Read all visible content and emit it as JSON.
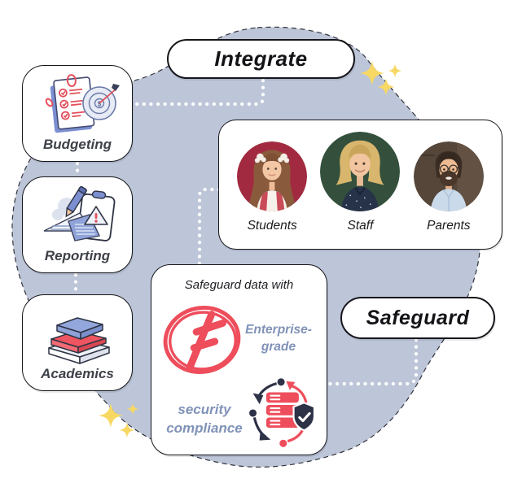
{
  "labels": {
    "integrate": "Integrate",
    "safeguard": "Safeguard"
  },
  "modules": [
    {
      "label": "Budgeting",
      "icon": "budgeting-checklist-target-icon"
    },
    {
      "label": "Reporting",
      "icon": "reporting-pencil-warning-icon"
    },
    {
      "label": "Academics",
      "icon": "academics-books-icon"
    }
  ],
  "people": [
    {
      "label": "Students",
      "photo": "student-girl-photo"
    },
    {
      "label": "Staff",
      "photo": "staff-woman-photo"
    },
    {
      "label": "Parents",
      "photo": "parent-man-photo"
    }
  ],
  "compliance_card": {
    "title": "Safeguard data with",
    "enterprise_line1": "Enterprise-",
    "enterprise_line2": "grade",
    "security_line1": "security",
    "security_line2": "compliance",
    "icons": [
      "grade-f-icon",
      "server-shield-sync-icon"
    ]
  },
  "decorations": {
    "icons": [
      "sparkles-icon-top-right",
      "sparkles-icon-bottom-left"
    ],
    "connector_style": "white-dotted-lines"
  },
  "colors": {
    "blob": "#bdc6d8",
    "accent_red": "#ee4d5c",
    "blue_text": "#8092b8",
    "sparkle_yellow": "#f7d863",
    "card_border": "#16161b",
    "heading_text": "#141418",
    "module_label_text": "#3e4148"
  }
}
